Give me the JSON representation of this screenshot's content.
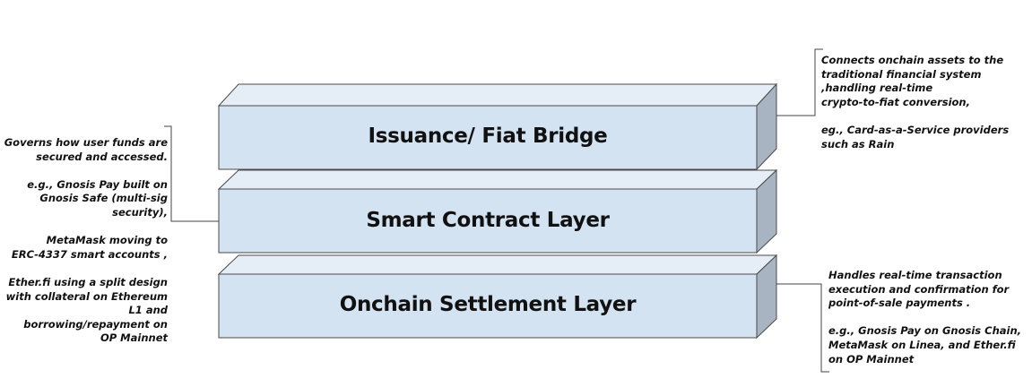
{
  "layers": [
    {
      "id": "issuance",
      "title": "Issuance/ Fiat Bridge"
    },
    {
      "id": "smart-contract",
      "title": "Smart Contract Layer"
    },
    {
      "id": "settlement",
      "title": "Onchain Settlement Layer"
    }
  ],
  "annotations": {
    "issuance": [
      "Connects onchain assets to the",
      "traditional financial system",
      ",handling real-time",
      "crypto-to-fiat conversion,",
      "",
      "eg., Card-as-a-Service providers",
      "such as Rain"
    ],
    "smart_contract": [
      "Governs how user funds are",
      "secured and accessed.",
      "",
      "e.g., Gnosis Pay built on",
      "Gnosis Safe (multi-sig",
      "security),",
      "",
      "MetaMask moving to",
      "ERC-4337 smart accounts ,",
      "",
      "Ether.fi using a split design",
      "with collateral on Ethereum",
      "L1 and",
      "borrowing/repayment on",
      "OP Mainnet"
    ],
    "settlement": [
      "Handles real-time transaction",
      "execution and confirmation for",
      "point-of-sale payments .",
      "",
      "e.g., Gnosis Pay on Gnosis Chain,",
      "MetaMask on Linea, and Ether.fi",
      "on OP Mainnet"
    ]
  },
  "colors": {
    "front_face": "#d4e3f2",
    "top_face": "#e5edf6",
    "side_face": "#a8b4c2",
    "edge": "#4a4a4a"
  }
}
